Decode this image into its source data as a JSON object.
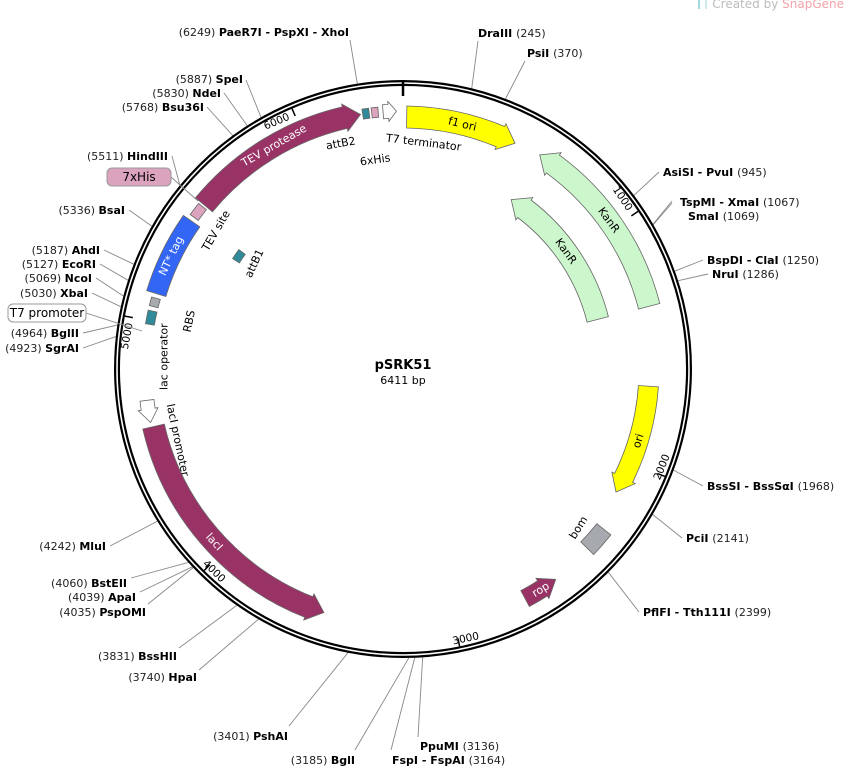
{
  "watermark": {
    "prefix": "Created by",
    "brand": "SnapGene"
  },
  "plasmid": {
    "name": "pSRK51",
    "length_label": "6411 bp",
    "length": 6411
  },
  "ticks": [
    "1000",
    "2000",
    "3000",
    "4000",
    "5000",
    "6000"
  ],
  "features": [
    {
      "label": "f1 ori",
      "start": 15,
      "end": 470,
      "dir": "cw",
      "color": "#ffff00",
      "text_color": "#000000"
    },
    {
      "label": "KanR",
      "start": 580,
      "end": 1348,
      "dir": "ccw",
      "color": "#ccf7cc",
      "text_color": "#000000"
    },
    {
      "label": "KanR",
      "start": 580,
      "end": 1348,
      "dir": "ccw",
      "color": "#ccf7cc",
      "text_color": "#000000"
    },
    {
      "label": "ori",
      "start": 1674,
      "end": 2137,
      "dir": "cw",
      "color": "#ffff00",
      "text_color": "#000000"
    },
    {
      "label": "bom",
      "start": 2290,
      "end": 2390,
      "dir": "none",
      "color": "#a6a9ad",
      "text_color": "#000000"
    },
    {
      "label": "rop",
      "start": 2565,
      "end": 2707,
      "dir": "ccw",
      "color": "#993366",
      "text_color": "#ffffff"
    },
    {
      "label": "lacI",
      "start": 3526,
      "end": 4577,
      "dir": "ccw",
      "color": "#993366",
      "text_color": "#ffffff"
    },
    {
      "label": "lacI promoter",
      "start": 4595,
      "end": 4684,
      "dir": "ccw",
      "color": "#ffffff",
      "text_color": "#000000"
    },
    {
      "label": "lac operator",
      "start": 4986,
      "end": 5040,
      "dir": "none",
      "color": "#2f8a99",
      "text_color": "#000000"
    },
    {
      "label": "RBS",
      "start": 5058,
      "end": 5093,
      "dir": "none",
      "color": "#a6a9ad",
      "text_color": "#000000"
    },
    {
      "label": "NT* tag",
      "start": 5111,
      "end": 5431,
      "dir": "none",
      "color": "#3366f5",
      "text_color": "#ffffff"
    },
    {
      "label": "TEV site",
      "start": 5449,
      "end": 5503,
      "dir": "none",
      "color": "#dba3bd",
      "text_color": "#000000"
    },
    {
      "label": "TEV protease",
      "start": 5512,
      "end": 6242,
      "dir": "cw",
      "color": "#993366",
      "text_color": "#ffffff"
    },
    {
      "label": "attB2",
      "start": 6251,
      "end": 6277,
      "dir": "none",
      "color": "#2f8a99",
      "text_color": "#000000"
    },
    {
      "label": "6xHis",
      "start": 6287,
      "end": 6313,
      "dir": "none",
      "color": "#dba3bd",
      "text_color": "#000000"
    },
    {
      "label": "T7 terminator",
      "start": 6332,
      "end": 6385,
      "dir": "cw",
      "color": "#ffffff",
      "text_color": "#000000"
    },
    {
      "label": "attB1",
      "start": 5395,
      "end": 5450,
      "dir": "none",
      "color": "#2f8a99",
      "text_color": "#000000"
    }
  ],
  "callouts": [
    {
      "label": "7xHis",
      "color": "#dba3bd"
    },
    {
      "label": "T7 promoter",
      "color": "#ffffff"
    }
  ],
  "sites": [
    {
      "name": "PaeR7I - PspXI - XhoI",
      "pos": 6249,
      "pos_label": "(6249)"
    },
    {
      "name": "DraIII",
      "pos": 245,
      "pos_label": "(245)"
    },
    {
      "name": "PsiI",
      "pos": 370,
      "pos_label": "(370)"
    },
    {
      "name": "AsiSI - PvuI",
      "pos": 945,
      "pos_label": "(945)"
    },
    {
      "name": "TspMI - XmaI",
      "pos": 1067,
      "pos_label": "(1067)"
    },
    {
      "name": "SmaI",
      "pos": 1069,
      "pos_label": "(1069)"
    },
    {
      "name": "BspDI - ClaI",
      "pos": 1250,
      "pos_label": "(1250)"
    },
    {
      "name": "NruI",
      "pos": 1286,
      "pos_label": "(1286)"
    },
    {
      "name": "BssSI - BssSαI",
      "pos": 1968,
      "pos_label": "(1968)"
    },
    {
      "name": "PciI",
      "pos": 2141,
      "pos_label": "(2141)"
    },
    {
      "name": "PflFI - Tth111I",
      "pos": 2399,
      "pos_label": "(2399)"
    },
    {
      "name": "PpuMI",
      "pos": 3136,
      "pos_label": "(3136)"
    },
    {
      "name": "FspI - FspAI",
      "pos": 3164,
      "pos_label": "(3164)"
    },
    {
      "name": "BglI",
      "pos": 3185,
      "pos_label": "(3185)"
    },
    {
      "name": "PshAI",
      "pos": 3401,
      "pos_label": "(3401)"
    },
    {
      "name": "HpaI",
      "pos": 3740,
      "pos_label": "(3740)"
    },
    {
      "name": "BssHII",
      "pos": 3831,
      "pos_label": "(3831)"
    },
    {
      "name": "PspOMI",
      "pos": 4035,
      "pos_label": "(4035)"
    },
    {
      "name": "ApaI",
      "pos": 4039,
      "pos_label": "(4039)"
    },
    {
      "name": "BstEII",
      "pos": 4060,
      "pos_label": "(4060)"
    },
    {
      "name": "MluI",
      "pos": 4242,
      "pos_label": "(4242)"
    },
    {
      "name": "SgrAI",
      "pos": 4923,
      "pos_label": "(4923)"
    },
    {
      "name": "BglII",
      "pos": 4964,
      "pos_label": "(4964)"
    },
    {
      "name": "XbaI",
      "pos": 5030,
      "pos_label": "(5030)"
    },
    {
      "name": "NcoI",
      "pos": 5069,
      "pos_label": "(5069)"
    },
    {
      "name": "EcoRI",
      "pos": 5127,
      "pos_label": "(5127)"
    },
    {
      "name": "AhdI",
      "pos": 5187,
      "pos_label": "(5187)"
    },
    {
      "name": "BsaI",
      "pos": 5336,
      "pos_label": "(5336)"
    },
    {
      "name": "HindIII",
      "pos": 5511,
      "pos_label": "(5511)"
    },
    {
      "name": "Bsu36I",
      "pos": 5768,
      "pos_label": "(5768)"
    },
    {
      "name": "NdeI",
      "pos": 5830,
      "pos_label": "(5830)"
    },
    {
      "name": "SpeI",
      "pos": 5887,
      "pos_label": "(5887)"
    }
  ]
}
